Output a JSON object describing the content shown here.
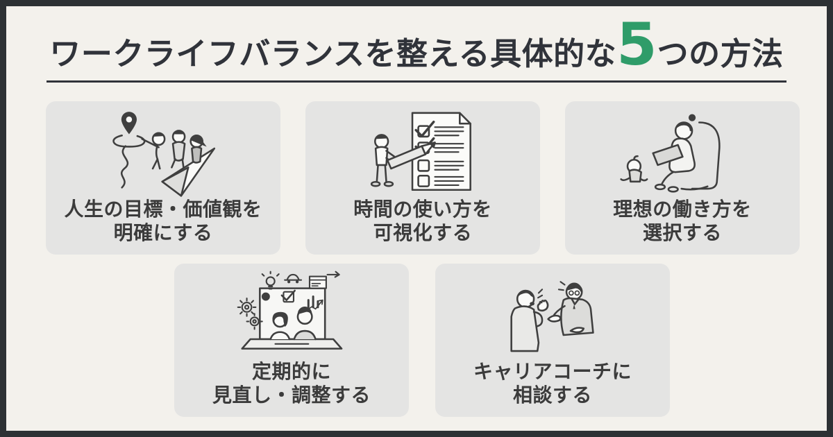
{
  "colors": {
    "page_bg": "#f3f1ec",
    "frame_border": "#2d3134",
    "card_bg": "#e4e4e3",
    "title_text": "#30333a",
    "accent_green": "#2f9c69",
    "card_text": "#3b3b3b",
    "underline": "#30333a",
    "illustration_stroke": "#3f3f3f"
  },
  "title": {
    "prefix": "ワークライフバランスを整える具体的な",
    "highlight_number": "5",
    "suffix": "つの方法"
  },
  "cards": [
    {
      "icon": "map-pin-paper-plane-illustration",
      "label": {
        "line1": "人生の目標・価値観を",
        "line2": "明確にする"
      }
    },
    {
      "icon": "checklist-pencil-illustration",
      "label": {
        "line1": "時間の使い方を",
        "line2": "可視化する"
      }
    },
    {
      "icon": "parent-laptop-baby-illustration",
      "label": {
        "line1": "理想の働き方を",
        "line2": "選択する"
      }
    },
    {
      "icon": "video-call-review-illustration",
      "label": {
        "line1": "定期的に",
        "line2": "見直し・調整する"
      }
    },
    {
      "icon": "career-coach-consultation-illustration",
      "label": {
        "line1": "キャリアコーチに",
        "line2": "相談する"
      }
    }
  ]
}
